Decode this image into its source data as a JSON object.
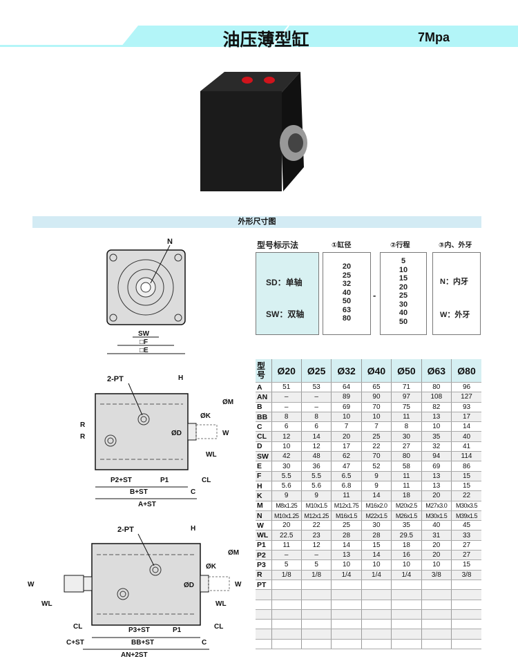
{
  "header": {
    "title": "油压薄型缸",
    "pressure": "7Mpa"
  },
  "section_title": "外形尺寸图",
  "model_code": {
    "heading": "型号标示法",
    "col1_heading": "①缸径",
    "col2_heading": "②行程",
    "col3_heading": "③内、外牙",
    "types": [
      "SD：单轴",
      "SW：双轴"
    ],
    "bores": [
      "20",
      "25",
      "32",
      "40",
      "50",
      "63",
      "80"
    ],
    "separator": "-",
    "strokes": [
      "5",
      "10",
      "15",
      "20",
      "25",
      "30",
      "40",
      "50"
    ],
    "threads": [
      "N：内牙",
      "W：外牙"
    ]
  },
  "drawing_labels": {
    "front": {
      "n": "N",
      "sw": "SW",
      "f": "□F",
      "e": "□E"
    },
    "side": {
      "pt": "2-PT",
      "h": "H",
      "m": "ØM",
      "k": "ØK",
      "d": "ØD",
      "w": "W",
      "r1": "R",
      "r2": "R",
      "wl": "WL",
      "p2": "P2+ST",
      "p1": "P1",
      "cl": "CL",
      "b": "B+ST",
      "c": "C",
      "a": "A+ST"
    },
    "double": {
      "pt": "2-PT",
      "h": "H",
      "m": "ØM",
      "k": "ØK",
      "d": "ØD",
      "w_left": "W",
      "w_right": "W",
      "wl_left": "WL",
      "wl_right": "WL",
      "cl_left": "CL",
      "cl_right": "CL",
      "p3": "P3+ST",
      "p1": "P1",
      "bb": "BB+ST",
      "c_left": "C+ST",
      "c_right": "C",
      "an": "AN+2ST"
    }
  },
  "spec_table": {
    "corner": "型号",
    "columns": [
      "Ø20",
      "Ø25",
      "Ø32",
      "Ø40",
      "Ø50",
      "Ø63",
      "Ø80"
    ],
    "rows": [
      {
        "label": "A",
        "values": [
          "51",
          "53",
          "64",
          "65",
          "71",
          "80",
          "96"
        ]
      },
      {
        "label": "AN",
        "values": [
          "–",
          "–",
          "89",
          "90",
          "97",
          "108",
          "127"
        ]
      },
      {
        "label": "B",
        "values": [
          "–",
          "–",
          "69",
          "70",
          "75",
          "82",
          "93"
        ]
      },
      {
        "label": "BB",
        "values": [
          "8",
          "8",
          "10",
          "10",
          "11",
          "13",
          "17"
        ]
      },
      {
        "label": "C",
        "values": [
          "6",
          "6",
          "7",
          "7",
          "8",
          "10",
          "14"
        ]
      },
      {
        "label": "CL",
        "values": [
          "12",
          "14",
          "20",
          "25",
          "30",
          "35",
          "40"
        ]
      },
      {
        "label": "D",
        "values": [
          "10",
          "12",
          "17",
          "22",
          "27",
          "32",
          "41"
        ]
      },
      {
        "label": "SW",
        "values": [
          "42",
          "48",
          "62",
          "70",
          "80",
          "94",
          "114"
        ]
      },
      {
        "label": "E",
        "values": [
          "30",
          "36",
          "47",
          "52",
          "58",
          "69",
          "86"
        ]
      },
      {
        "label": "F",
        "values": [
          "5.5",
          "5.5",
          "6.5",
          "9",
          "11",
          "13",
          "15"
        ]
      },
      {
        "label": "H",
        "values": [
          "5.6",
          "5.6",
          "6.8",
          "9",
          "11",
          "13",
          "15"
        ]
      },
      {
        "label": "K",
        "values": [
          "9",
          "9",
          "11",
          "14",
          "18",
          "20",
          "22"
        ]
      },
      {
        "label": "M",
        "values": [
          "M8x1.25",
          "M10x1.5",
          "M12x1.75",
          "M16x2.0",
          "M20x2.5",
          "M27x3.0",
          "M30x3.5"
        ]
      },
      {
        "label": "N",
        "values": [
          "M10x1.25",
          "M12x1.25",
          "M16x1.5",
          "M22x1.5",
          "M26x1.5",
          "M30x1.5",
          "M39x1.5"
        ]
      },
      {
        "label": "W",
        "values": [
          "20",
          "22",
          "25",
          "30",
          "35",
          "40",
          "45"
        ]
      },
      {
        "label": "WL",
        "values": [
          "22.5",
          "23",
          "28",
          "28",
          "29.5",
          "31",
          "33"
        ]
      },
      {
        "label": "P1",
        "values": [
          "11",
          "12",
          "14",
          "15",
          "18",
          "20",
          "27"
        ]
      },
      {
        "label": "P2",
        "values": [
          "–",
          "–",
          "13",
          "14",
          "16",
          "20",
          "27"
        ]
      },
      {
        "label": "P3",
        "values": [
          "5",
          "5",
          "10",
          "10",
          "10",
          "10",
          "15"
        ]
      },
      {
        "label": "R",
        "values": [
          "1/8",
          "1/8",
          "1/4",
          "1/4",
          "1/4",
          "3/8",
          "3/8"
        ]
      },
      {
        "label": "PT",
        "values": [
          "",
          "",
          "",
          "",
          "",
          "",
          ""
        ]
      },
      {
        "label": "",
        "values": [
          "",
          "",
          "",
          "",
          "",
          "",
          ""
        ]
      },
      {
        "label": "",
        "values": [
          "",
          "",
          "",
          "",
          "",
          "",
          ""
        ]
      },
      {
        "label": "",
        "values": [
          "",
          "",
          "",
          "",
          "",
          "",
          ""
        ]
      },
      {
        "label": "",
        "values": [
          "",
          "",
          "",
          "",
          "",
          "",
          ""
        ]
      },
      {
        "label": "",
        "values": [
          "",
          "",
          "",
          "",
          "",
          "",
          ""
        ]
      },
      {
        "label": "",
        "values": [
          "",
          "",
          "",
          "",
          "",
          "",
          ""
        ]
      }
    ]
  }
}
